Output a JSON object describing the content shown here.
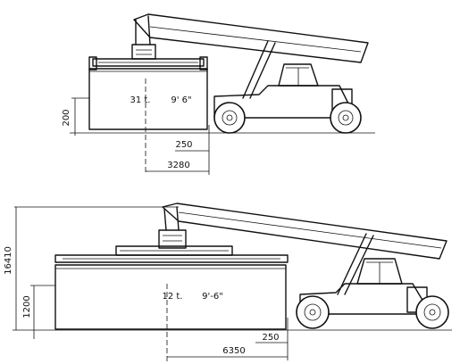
{
  "top_view": {
    "load_label": "31 t.",
    "container_label": "9' 6\"",
    "height_dim": "200",
    "offset_dim": "250",
    "reach_dim": "3280"
  },
  "bottom_view": {
    "load_label": "12 t.",
    "container_label": "9'-6\"",
    "height_dim": "1200",
    "lift_dim": "16410",
    "offset_dim": "250",
    "reach_dim": "6350"
  }
}
